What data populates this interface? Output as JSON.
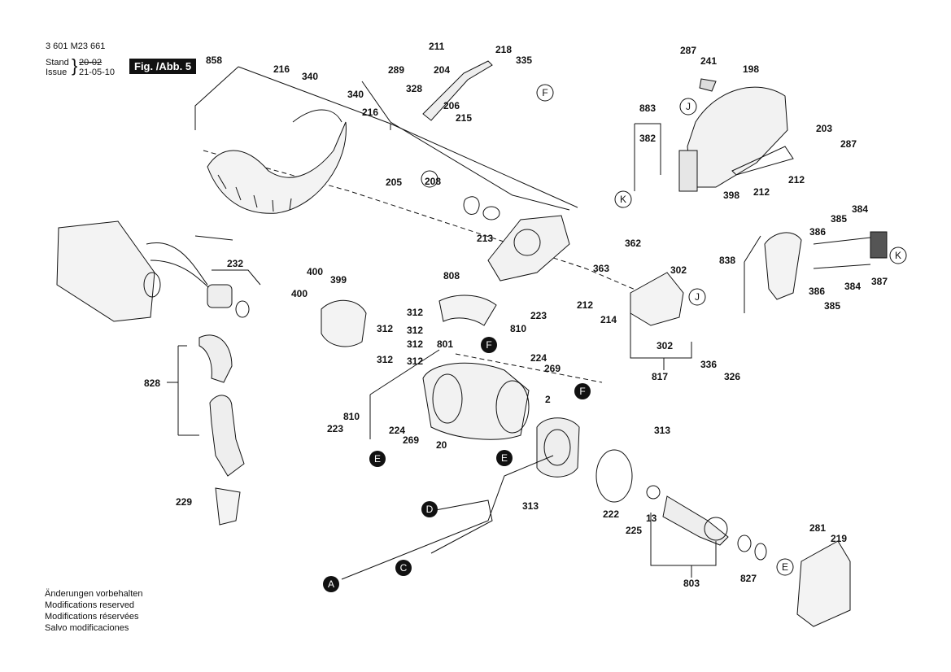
{
  "header": {
    "doc_number": "3 601 M23 661",
    "stand_label": "Stand",
    "stand_value": "20-02",
    "issue_label": "Issue",
    "issue_value": "21-05-10",
    "figure_label": "Fig. /Abb. 5"
  },
  "notes": [
    "Änderungen vorbehalten",
    "Modifications reserved",
    "Modifications réservées",
    "Salvo modificaciones"
  ],
  "part_numbers": [
    "858",
    "216",
    "340",
    "340",
    "216",
    "211",
    "218",
    "335",
    "289",
    "204",
    "328",
    "206",
    "215",
    "205",
    "208",
    "213",
    "287",
    "241",
    "198",
    "883",
    "382",
    "203",
    "287",
    "212",
    "398",
    "212",
    "232",
    "400",
    "399",
    "400",
    "808",
    "312",
    "312",
    "312",
    "312",
    "312",
    "312",
    "801",
    "810",
    "223",
    "224",
    "269",
    "810",
    "223",
    "224",
    "269",
    "20",
    "2",
    "313",
    "313",
    "222",
    "225",
    "13",
    "803",
    "827",
    "281",
    "219",
    "828",
    "229",
    "362",
    "363",
    "302",
    "212",
    "214",
    "302",
    "817",
    "336",
    "326",
    "838",
    "386",
    "385",
    "384",
    "386",
    "384",
    "385",
    "387"
  ],
  "connectors": [
    "F",
    "J",
    "K",
    "K",
    "J",
    "F",
    "F",
    "E",
    "E",
    "E",
    "D",
    "C",
    "A"
  ]
}
